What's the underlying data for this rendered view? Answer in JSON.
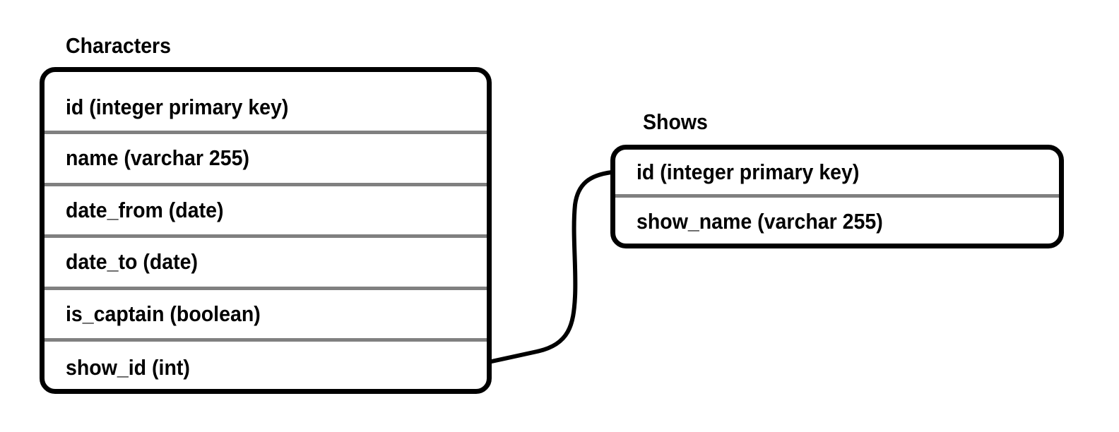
{
  "tables": {
    "characters": {
      "title": "Characters",
      "fields": [
        "id (integer primary key)",
        "name (varchar 255)",
        "date_from (date)",
        "date_to (date)",
        "is_captain (boolean)",
        "show_id (int)"
      ]
    },
    "shows": {
      "title": "Shows",
      "fields": [
        "id (integer primary key)",
        "show_name (varchar 255)"
      ]
    }
  },
  "relations": [
    {
      "from": "characters.show_id",
      "to": "shows.id"
    }
  ]
}
